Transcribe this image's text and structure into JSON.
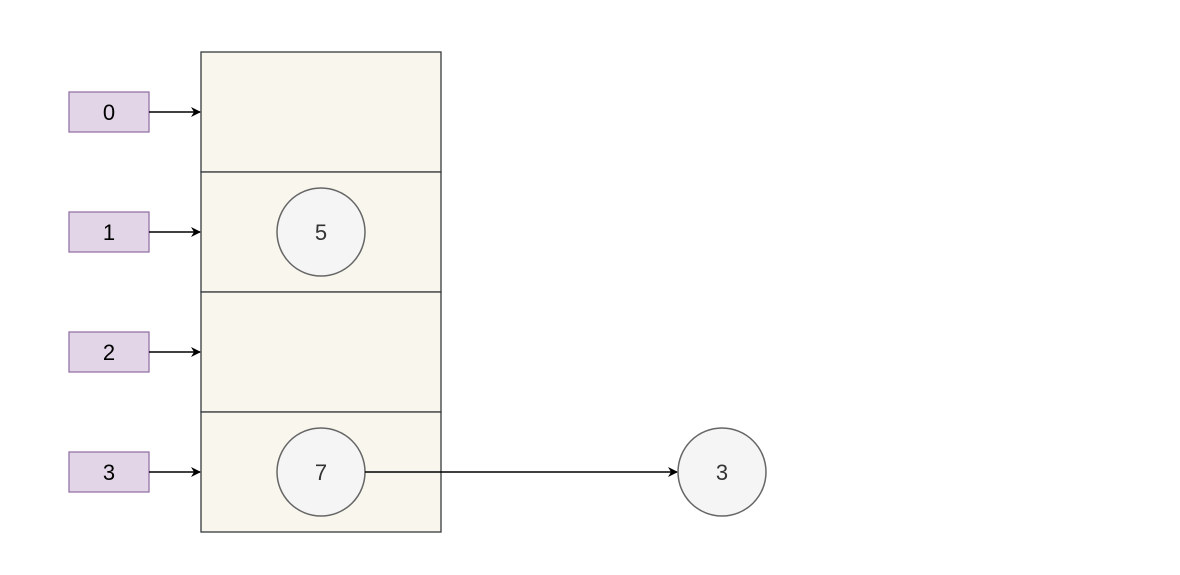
{
  "indices": [
    "0",
    "1",
    "2",
    "3"
  ],
  "buckets": [
    {
      "index": "0",
      "node": ""
    },
    {
      "index": "1",
      "node": "5"
    },
    {
      "index": "2",
      "node": ""
    },
    {
      "index": "3",
      "node": "7"
    }
  ],
  "chained_node": {
    "bucket": "3",
    "label": "3"
  },
  "colors": {
    "index_fill": "#e1d5e7",
    "index_stroke": "#9673a6",
    "bucket_fill": "#f9f7ed",
    "bucket_stroke": "#36393d",
    "node_fill": "#f5f5f5",
    "node_stroke": "#666666",
    "arrow": "#000000",
    "text": "#333333"
  }
}
